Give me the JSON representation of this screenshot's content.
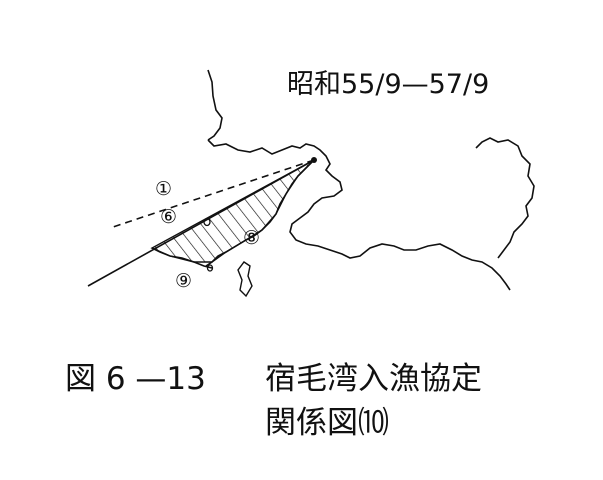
{
  "map": {
    "period_label": "昭和55/9—57/9",
    "markers": [
      "①",
      "⑥",
      "⑧",
      "⑨"
    ],
    "colors": {
      "ink": "#111111",
      "background": "#ffffff"
    }
  },
  "caption": {
    "figure_number": "図 6 —13",
    "title_line1": "宿毛湾入漁協定",
    "title_line2": "関係図⑽"
  }
}
